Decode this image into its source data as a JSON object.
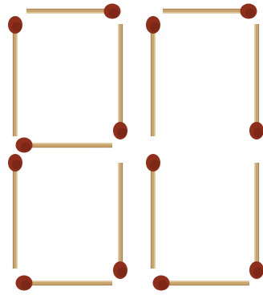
{
  "puzzle": {
    "type": "matchstick-seven-segment-digits",
    "displayed_digits": [
      "8",
      "0"
    ],
    "matchstick_count": 13,
    "colors": {
      "stick_body": "#c8a46e",
      "stick_shadow": "#7a4f26",
      "stick_highlight": "#e3c79a",
      "head": "#8e2e1b",
      "head_dark": "#5e1a0e",
      "background": "#ffffff"
    },
    "digits": [
      {
        "id": "left",
        "value": "8",
        "segments": {
          "top": true,
          "upper-left": true,
          "upper-right": true,
          "middle": true,
          "lower-left": true,
          "lower-right": true,
          "bottom": true
        }
      },
      {
        "id": "right",
        "value": "0",
        "segments": {
          "top": true,
          "upper-left": true,
          "upper-right": true,
          "middle": false,
          "lower-left": true,
          "lower-right": true,
          "bottom": true
        }
      }
    ]
  }
}
